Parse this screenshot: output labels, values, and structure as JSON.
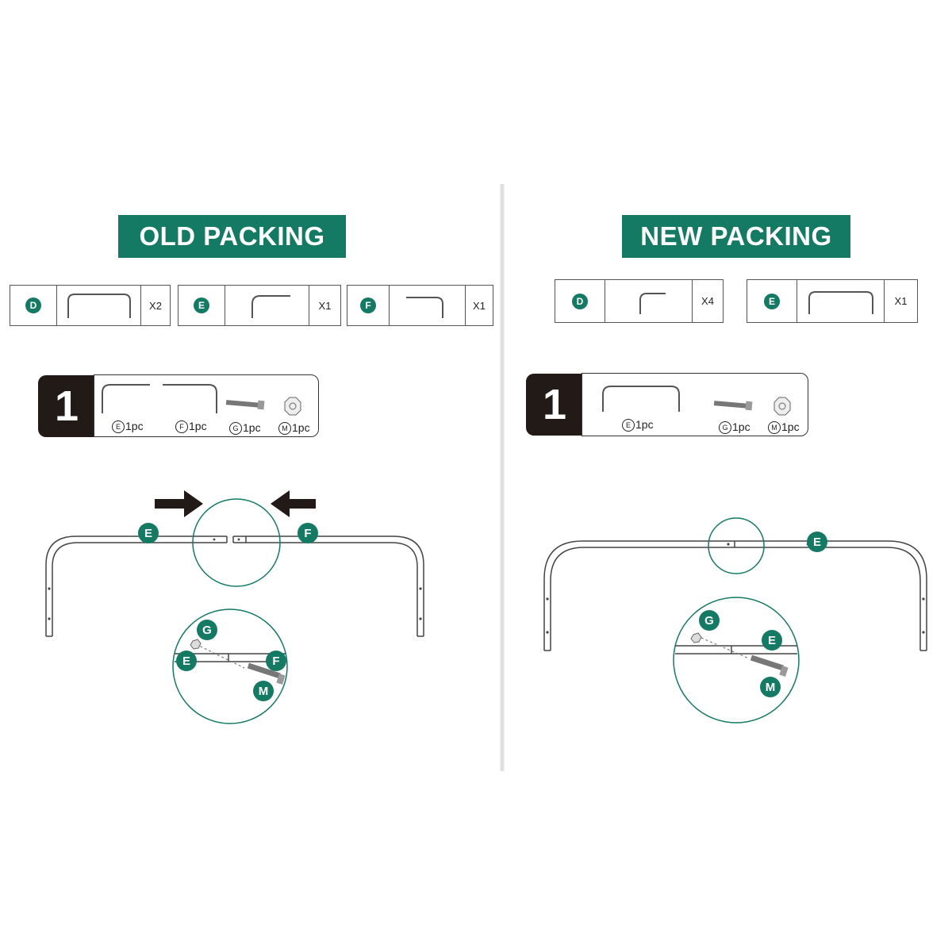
{
  "old": {
    "title": "OLD PACKING",
    "parts": [
      {
        "letter": "D",
        "qty": "X2",
        "icon": "u-bar-icon"
      },
      {
        "letter": "E",
        "qty": "X1",
        "icon": "l-bend-icon"
      },
      {
        "letter": "F",
        "qty": "X1",
        "icon": "l-bend-reversed-icon"
      }
    ],
    "step": {
      "number": "1",
      "items": [
        {
          "letter": "E",
          "qty": "1pc"
        },
        {
          "letter": "F",
          "qty": "1pc"
        },
        {
          "letter": "G",
          "qty": "1pc"
        },
        {
          "letter": "M",
          "qty": "1pc"
        }
      ]
    },
    "callouts": {
      "left": "E",
      "right": "F",
      "g": "G",
      "e": "E",
      "f": "F",
      "m": "M"
    }
  },
  "new": {
    "title": "NEW PACKING",
    "parts": [
      {
        "letter": "D",
        "qty": "X4",
        "icon": "l-bend-icon"
      },
      {
        "letter": "E",
        "qty": "X1",
        "icon": "u-bar-icon"
      }
    ],
    "step": {
      "number": "1",
      "items": [
        {
          "letter": "E",
          "qty": "1pc"
        },
        {
          "letter": "G",
          "qty": "1pc"
        },
        {
          "letter": "M",
          "qty": "1pc"
        }
      ]
    },
    "callouts": {
      "top": "E",
      "g": "G",
      "e": "E",
      "m": "M"
    }
  },
  "colors": {
    "accent": "#157a64",
    "dark": "#221a17"
  }
}
